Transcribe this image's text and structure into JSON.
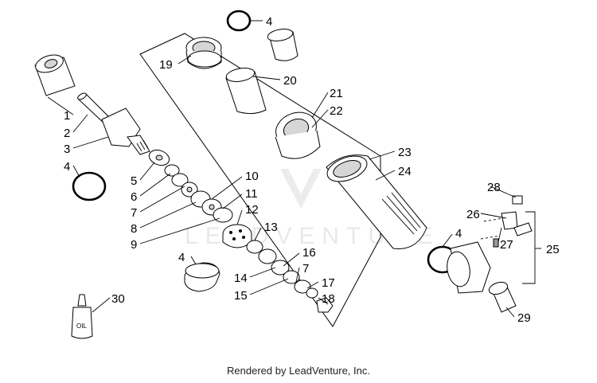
{
  "watermark": "LEADVENTURE",
  "footer": "Rendered by LeadVenture, Inc.",
  "oil_bottle_label": "OIL",
  "callouts": [
    "1",
    "2",
    "3",
    "4",
    "5",
    "6",
    "7",
    "8",
    "9",
    "10",
    "11",
    "12",
    "13",
    "4",
    "14",
    "15",
    "16",
    "7",
    "17",
    "18",
    "19",
    "4",
    "20",
    "21",
    "22",
    "23",
    "24",
    "28",
    "26",
    "25",
    "27",
    "4",
    "29",
    "30"
  ]
}
